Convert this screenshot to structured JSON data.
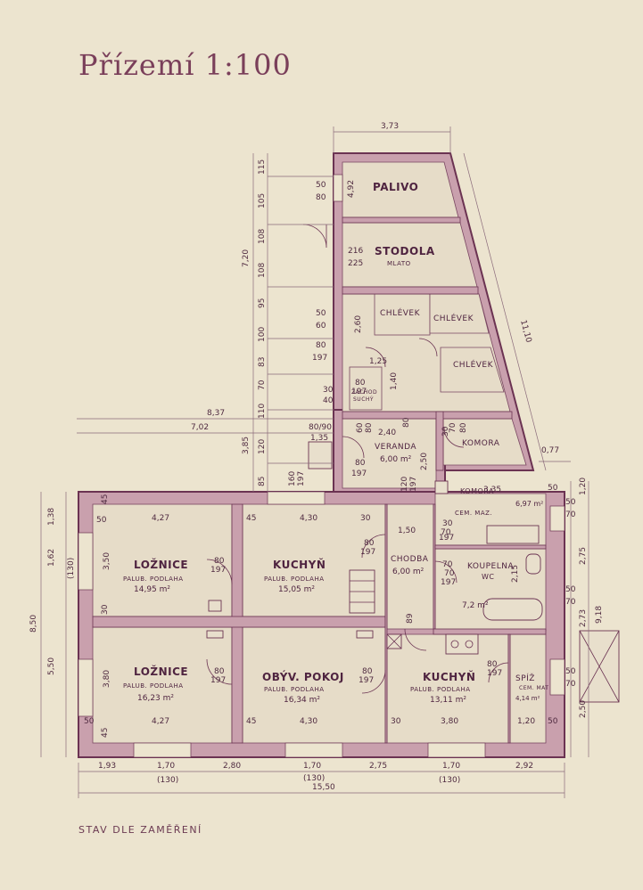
{
  "title": "Přízemí 1:100",
  "note": "STAV DLE ZAMĚŘENÍ",
  "rooms": {
    "palivo": {
      "name": "PALIVO"
    },
    "stodola": {
      "name": "STODOLA",
      "floor": "MLATO"
    },
    "chlevek1": {
      "name": "CHLÉVEK"
    },
    "chlevek2": {
      "name": "CHLÉVEK"
    },
    "chlevek3": {
      "name": "CHLÉVEK"
    },
    "zachod": {
      "name": "ZÁCHOD",
      "sub": "SUCHÝ"
    },
    "veranda": {
      "name": "VERANDA",
      "area": "6,00 m²"
    },
    "komora_top": {
      "name": "KOMORA"
    },
    "komora": {
      "name": "KOMORA",
      "floor": "CEM. MAZ.",
      "area": "6,97 m²"
    },
    "loznice1": {
      "name": "LOŽNICE",
      "floor": "PALUB. PODLAHA",
      "area": "14,95 m²"
    },
    "kuchyn1": {
      "name": "KUCHYŇ",
      "floor": "PALUB. PODLAHA",
      "area": "15,05 m²"
    },
    "chodba": {
      "name": "CHODBA",
      "area": "6,00 m²"
    },
    "koupelna": {
      "name": "KOUPELNA",
      "sub": "WC",
      "area": "7,2 m²"
    },
    "loznice2": {
      "name": "LOŽNICE",
      "floor": "PALUB. PODLAHA",
      "area": "16,23 m²"
    },
    "obyvak": {
      "name": "OBÝV. POKOJ",
      "floor": "PALUB. PODLAHA",
      "area": "16,34 m²"
    },
    "kuchyn2": {
      "name": "KUCHYŇ",
      "floor": "PALUB. PODLAHA",
      "area": "13,11 m²"
    },
    "spiz": {
      "name": "SPÍŽ",
      "floor": "CEM. MAT",
      "area": "4,14 m²"
    }
  },
  "dims": {
    "top_width": "3,73",
    "slant_length": "11,10",
    "right_offset": "0,77",
    "d837": "8,37",
    "d702": "7,02",
    "d385": "3,85",
    "d720": "7,20",
    "d135": "1,35",
    "d240": "2,40",
    "d250": "2,50",
    "d335": "3,35",
    "d125": "1,25",
    "d140": "1,40",
    "d260": "2,60",
    "left_tall": "8,50",
    "left_138": "1,38",
    "left_162": "1,62",
    "left_130": "(130)",
    "left_550": "5,50",
    "right_120": "1,20",
    "right_275": "2,75",
    "right_273": "2,73",
    "right_918": "9,18",
    "right_250": "2,50",
    "wall_427_top": "4,27",
    "wall_430_top": "4,30",
    "wall_427_bot": "4,27",
    "wall_430_bot": "4,30",
    "wall_380_bot": "3,80",
    "wall_120_bot": "1,20",
    "l_350": "3,50",
    "l_380": "3,80",
    "ch_150": "1,50",
    "v_215": "2,15",
    "b1": "1,93",
    "b2": "1,70",
    "b3": "2,80",
    "b4": "1,70",
    "b5": "2,75",
    "b6": "1,70",
    "b7": "2,92",
    "b_sub1": "(130)",
    "b_sub2": "(130)",
    "b_sub3": "(130)",
    "total": "15,50",
    "v115": "115",
    "v105": "105",
    "v108a": "108",
    "v108b": "108",
    "v95": "95",
    "v100": "100",
    "v83": "83",
    "v70": "70",
    "v110": "110",
    "v120": "120",
    "v85": "85",
    "p50a": "50",
    "p80a": "80",
    "p492": "4,92",
    "p216": "216",
    "p225": "225",
    "p50b": "50",
    "p60b": "60",
    "p80c": "80",
    "p197c": "197",
    "p30a": "30",
    "p40a": "40",
    "p8090": "80/90",
    "p60c": "60",
    "p80d": "80",
    "p80e": "80",
    "p70z": "70",
    "p80z": "80",
    "p30z": "30",
    "p80v": "80",
    "p197v": "197",
    "p160": "160",
    "p197s": "197",
    "p120v": "120",
    "p197w": "197",
    "p45a": "45",
    "p50c": "50",
    "p45b": "45",
    "p30b": "30",
    "p50r": "50",
    "p30k": "30",
    "d80a": "80",
    "d197a": "197",
    "d80b": "80",
    "d197b": "197",
    "d80c": "80",
    "d197c": "197",
    "d70a": "70",
    "d197d": "197",
    "d80e": "80",
    "d197e": "197",
    "d80f": "80",
    "d197f": "197",
    "d70b": "70",
    "d197g": "197",
    "d80g": "80",
    "d197h": "197",
    "d89": "89",
    "w50a": "50",
    "w70a": "70",
    "w50b": "50",
    "w70b": "70",
    "w50c": "50",
    "w70c": "70",
    "w30a": "30",
    "w45a": "45",
    "w50d": "50",
    "w45b": "45",
    "w30c": "30",
    "w50e": "50",
    "w30d": "30",
    "w70d": "70"
  }
}
